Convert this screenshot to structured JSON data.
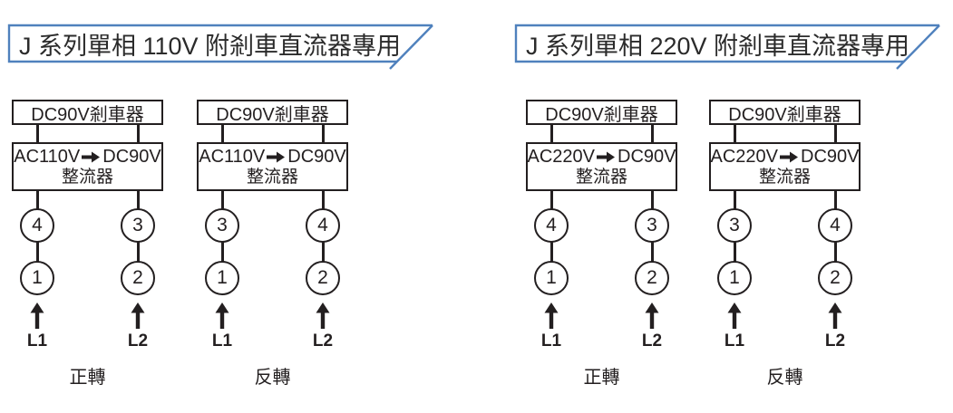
{
  "colors": {
    "title_border": "#4f81bd",
    "diagram_stroke": "#231f20",
    "background": "#ffffff"
  },
  "icons": {
    "rectifier_arrow": "right-arrow ➔",
    "supply_arrow": "up-arrow ↑"
  },
  "panels": [
    {
      "title": "J 系列單相 110V 附剎車直流器專用",
      "diagrams": [
        {
          "brake_label": "DC90V剎車器",
          "rectifier_input": "AC110V",
          "rectifier_output": "DC90V",
          "rectifier_label": "整流器",
          "columns": [
            {
              "top_terminal": "4",
              "bottom_terminal": "1",
              "line_label": "L1"
            },
            {
              "top_terminal": "3",
              "bottom_terminal": "2",
              "line_label": "L2"
            }
          ],
          "rotation_label": "正轉"
        },
        {
          "brake_label": "DC90V剎車器",
          "rectifier_input": "AC110V",
          "rectifier_output": "DC90V",
          "rectifier_label": "整流器",
          "columns": [
            {
              "top_terminal": "3",
              "bottom_terminal": "1",
              "line_label": "L1"
            },
            {
              "top_terminal": "4",
              "bottom_terminal": "2",
              "line_label": "L2"
            }
          ],
          "rotation_label": "反轉"
        }
      ]
    },
    {
      "title": "J 系列單相 220V 附剎車直流器專用",
      "diagrams": [
        {
          "brake_label": "DC90V剎車器",
          "rectifier_input": "AC220V",
          "rectifier_output": "DC90V",
          "rectifier_label": "整流器",
          "columns": [
            {
              "top_terminal": "4",
              "bottom_terminal": "1",
              "line_label": "L1"
            },
            {
              "top_terminal": "3",
              "bottom_terminal": "2",
              "line_label": "L2"
            }
          ],
          "rotation_label": "正轉"
        },
        {
          "brake_label": "DC90V剎車器",
          "rectifier_input": "AC220V",
          "rectifier_output": "DC90V",
          "rectifier_label": "整流器",
          "columns": [
            {
              "top_terminal": "3",
              "bottom_terminal": "1",
              "line_label": "L1"
            },
            {
              "top_terminal": "4",
              "bottom_terminal": "2",
              "line_label": "L2"
            }
          ],
          "rotation_label": "反轉"
        }
      ]
    }
  ]
}
